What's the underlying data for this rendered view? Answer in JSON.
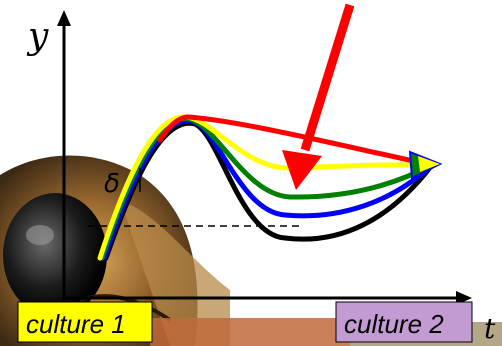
{
  "labels": {
    "y_axis": "y",
    "t_axis": "t",
    "delta": "δ",
    "culture_1": "culture 1",
    "culture_2": "culture 2"
  },
  "colors": {
    "background": "#ffffff",
    "axis": "#000000",
    "arrow": "#ff0000",
    "culture_1_box": "#ffff00",
    "culture_2_box": "#c39bd3",
    "curves": [
      "#ff0000",
      "#ffff00",
      "#008000",
      "#0000ff",
      "#000000"
    ]
  },
  "background_image": "bee-photo"
}
